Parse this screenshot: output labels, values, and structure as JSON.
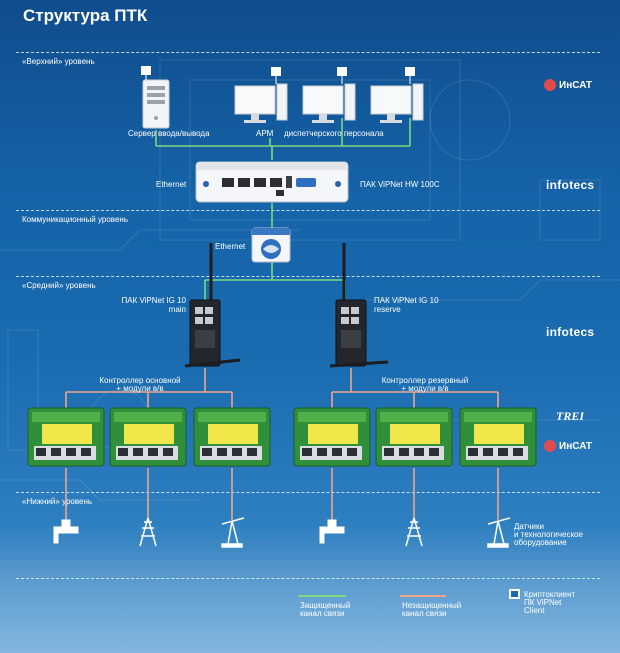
{
  "title": "Структура ПТК",
  "levels": {
    "upper": "«Верхний» уровень",
    "comm": "Коммуникационный уровень",
    "middle": "«Средний» уровень",
    "lower": "«Нижний» уровень"
  },
  "upper": {
    "server_label": "Сервер ввода/вывода",
    "arm_label": "АРМ",
    "dispatcher_label": "диспетчерского персонала"
  },
  "hw": {
    "left_label": "Ethernet",
    "right_label": "ПАК ViPNet HW 100C"
  },
  "comm": {
    "ethernet_label": "Ethernet"
  },
  "middle": {
    "ig_main_line1": "ПАК ViPNet IG 10",
    "ig_main_line2": "main",
    "ig_reserve_line1": "ПАК ViPNet IG 10",
    "ig_reserve_line2": "reserve",
    "ctrl_main_line1": "Контроллер основной",
    "ctrl_main_line2": "+ модули в/в",
    "ctrl_reserve_line1": "Контроллер резервный",
    "ctrl_reserve_line2": "+ модули в/в"
  },
  "lower": {
    "sensors_line1": "Датчики",
    "sensors_line2": "и технологическое",
    "sensors_line3": "оборудование"
  },
  "logos": {
    "insat": "ИнСАТ",
    "infotecs": "infotecs",
    "trei": "TREI"
  },
  "legend": {
    "protected_line1": "Защищенный",
    "protected_line2": "канал связи",
    "protected_color": "#7ed87e",
    "unprotected_line1": "Незащищенный",
    "unprotected_line2": "канал связи",
    "unprotected_color": "#f0a58a",
    "client_line1": "Криптоклиент",
    "client_line2": "ПК ViPNet",
    "client_line3": "Client"
  }
}
